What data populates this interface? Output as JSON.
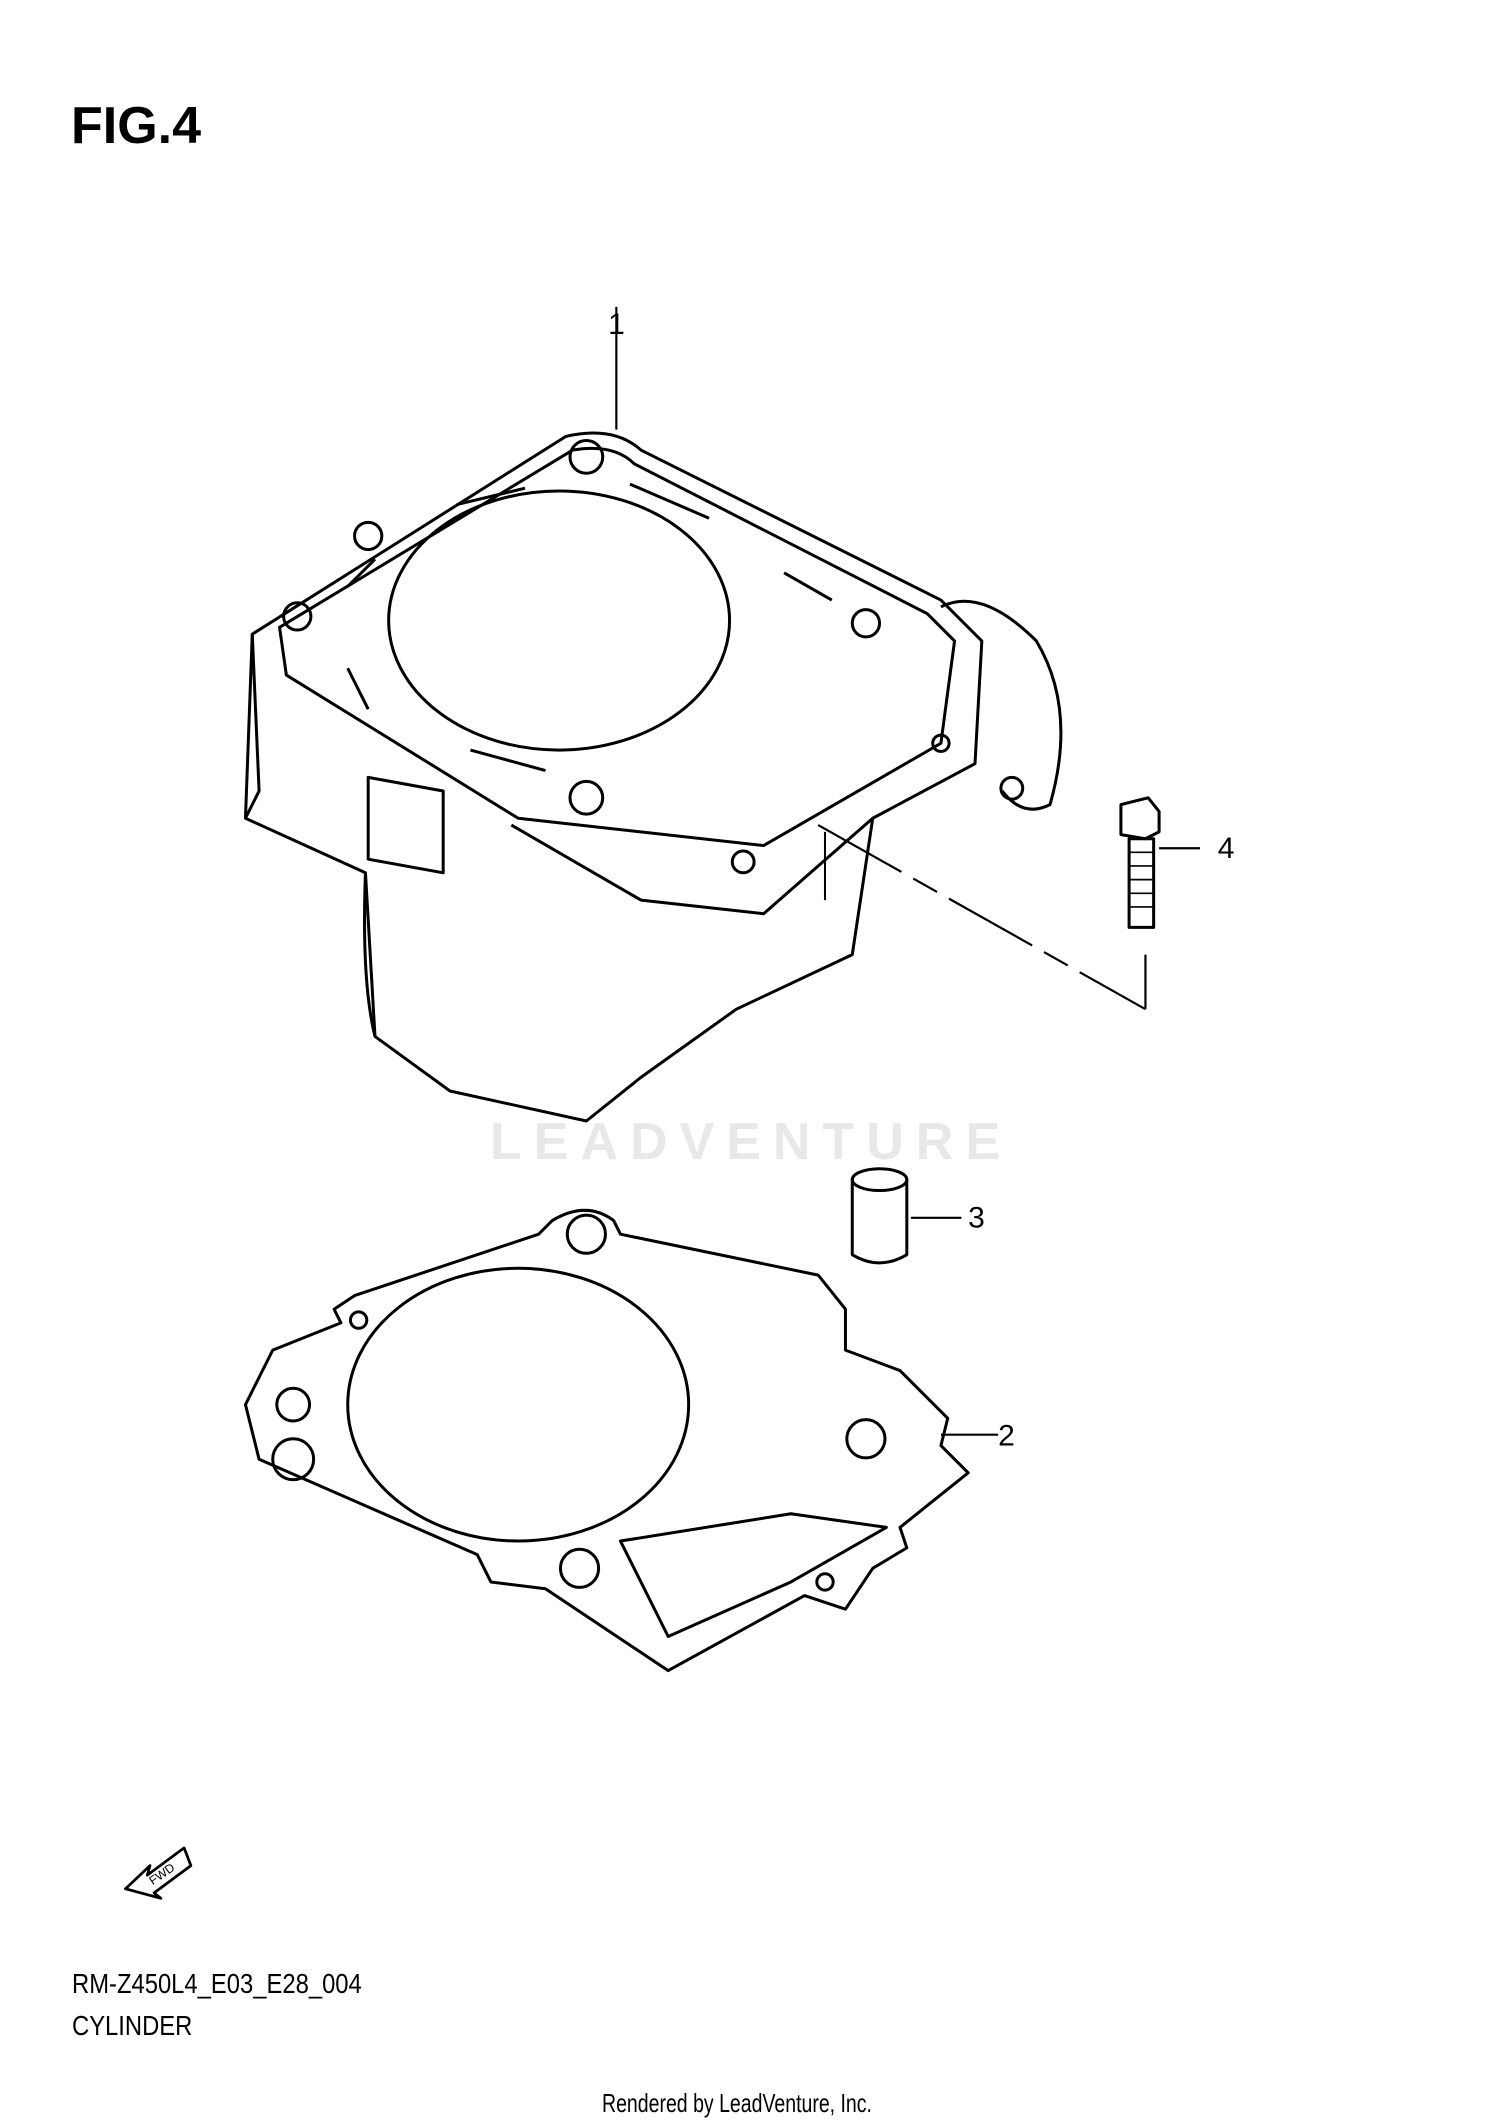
{
  "figure": {
    "title": "FIG.4"
  },
  "callouts": [
    "1",
    "2",
    "3",
    "4"
  ],
  "parts": [
    {
      "ref": "1",
      "name": "cylinder"
    },
    {
      "ref": "2",
      "name": "cylinder-base-gasket"
    },
    {
      "ref": "3",
      "name": "dowel-pin"
    },
    {
      "ref": "4",
      "name": "bolt"
    }
  ],
  "fwd_label": "FWD",
  "watermark": "LEADVENTURE",
  "diagram_code": "RM-Z450L4_E03_E28_004",
  "caption": "CYLINDER",
  "footer": "Rendered by LeadVenture, Inc."
}
